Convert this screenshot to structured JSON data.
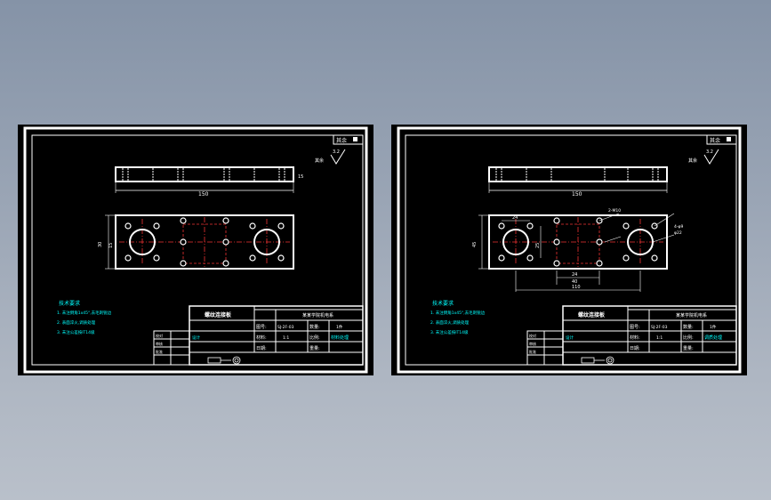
{
  "drawings": [
    {
      "id": "left",
      "corner_mark": "其余",
      "roughness": "3.2",
      "side_label": "其余",
      "length_dim": "150",
      "height_dim_1": "30",
      "height_dim_2": "15",
      "width_dim": "15",
      "notes_title": "技术要求",
      "notes": [
        "1. 未注倒角1x45°,去毛刺锐边",
        "2. 表面淬火,调质处理",
        "3. 未注公差按IT14级"
      ],
      "title_name": "螺纹连接板",
      "school": "某某学院机电系",
      "fields": {
        "f1": "图号:",
        "f2": "数量:",
        "f3": "比例:",
        "f4": "材料:",
        "f5": "重量:",
        "f6": "日期:"
      },
      "values": {
        "v1": "SJ-2F-03",
        "v2": "1件",
        "v3": "材料处理",
        "v4": "1:1"
      },
      "left_rows": [
        "设计",
        "校对",
        "审核",
        "批准"
      ]
    },
    {
      "id": "right",
      "corner_mark": "其余",
      "roughness": "3.2",
      "side_label": "其余",
      "length_dim": "150",
      "height_dim_1": "45",
      "height_dim_2": "25",
      "dim_top": "2-M10",
      "dim_hole": "4-φ9",
      "dim_spacing": "24",
      "dim_mid": "40",
      "dim_total": "110",
      "dim_side": "φ22",
      "notes_title": "技术要求",
      "notes": [
        "1. 未注倒角1x45°,去毛刺锐边",
        "2. 表面淬火,调质处理",
        "3. 未注公差按IT14级"
      ],
      "title_name": "螺纹连接板",
      "school": "某某学院机电系",
      "fields": {
        "f1": "图号:",
        "f2": "数量:",
        "f3": "比例:",
        "f4": "材料:",
        "f5": "重量:",
        "f6": "日期:"
      },
      "values": {
        "v1": "SJ-2F-03",
        "v2": "1件",
        "v3": "调质处理",
        "v4": "1:1"
      },
      "left_rows": [
        "设计",
        "校对",
        "审核",
        "批准"
      ]
    }
  ]
}
